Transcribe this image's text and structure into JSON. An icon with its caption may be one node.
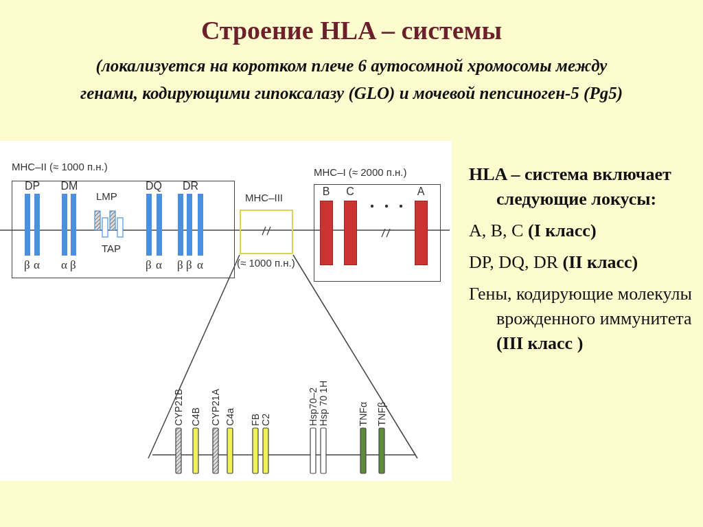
{
  "diagram": {
    "title": "Строение HLA – системы",
    "nodes": [
      {
        "text": [
          "MHC–II (≈ 1000 п.н.)"
        ]
      },
      {
        "text": [
          "DP",
          "β",
          "α"
        ],
        "in": 0
      },
      {
        "text": [
          "DM",
          "α",
          "β"
        ],
        "in": 0
      },
      {
        "text": [
          "LMP",
          "TAP"
        ],
        "in": 0
      },
      {
        "text": [
          "DQ",
          "β",
          "α"
        ],
        "in": 0
      },
      {
        "text": [
          "DR",
          "β",
          "β",
          "α"
        ],
        "in": 0
      },
      {
        "text": [
          "MHC–III",
          "(≈ 1000 п.н.)"
        ]
      },
      {
        "text": [
          "MHC–I (≈ 2000 п.н.)"
        ]
      },
      {
        "text": [
          "B"
        ],
        "in": 7
      },
      {
        "text": [
          "C"
        ],
        "in": 7
      },
      {
        "text": [
          "A"
        ],
        "in": 7
      },
      {
        "text": [
          "CYP21B"
        ]
      },
      {
        "text": [
          "C4B"
        ]
      },
      {
        "text": [
          "CYP21A"
        ]
      },
      {
        "text": [
          "C4a"
        ]
      },
      {
        "text": [
          "FB"
        ]
      },
      {
        "text": [
          "C2"
        ]
      },
      {
        "text": [
          "Hsp70–2"
        ]
      },
      {
        "text": [
          "Hsp 70 1H"
        ]
      },
      {
        "text": [
          "TNFα"
        ]
      },
      {
        "text": [
          "TNFβ"
        ]
      }
    ],
    "edges": [],
    "labels": [
      "(локализуется на коротком плече 6 аутосомной хромосомы между генами, кодирующими гипоксалазу (GLO) и мочевой пепсиноген-5 (Pg5)",
      "**HLA – система** включает следующие локусы:",
      "A, B, C **(I класс)**",
      "DP, DQ, DR **(II класс)**",
      "Гены, кодирующие молекулы врожденного иммунитета **(III класс )**"
    ]
  }
}
